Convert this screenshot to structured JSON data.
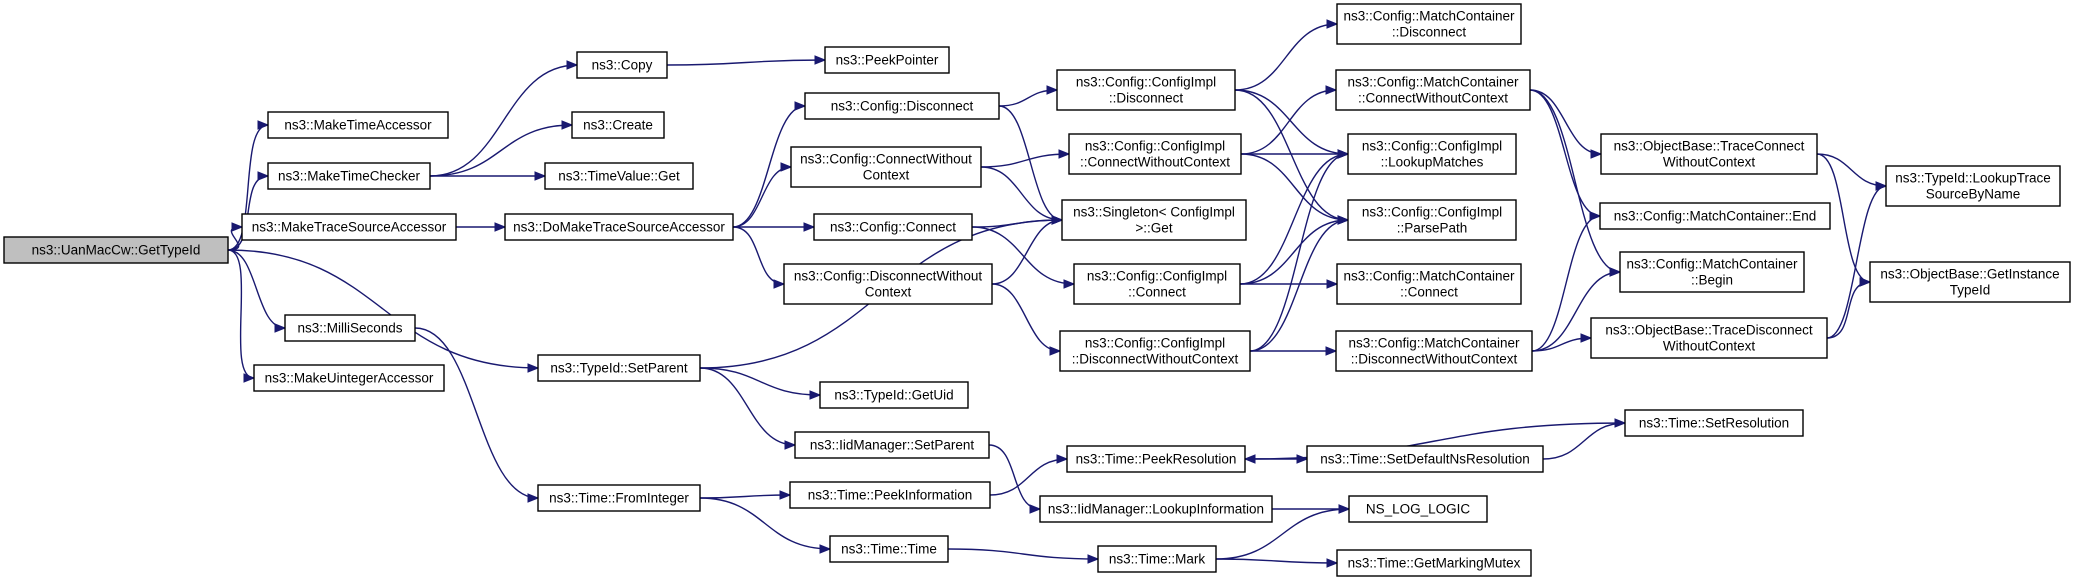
{
  "diagram": {
    "nodes": [
      {
        "id": "getTypeId",
        "lines": [
          "ns3::UanMacCw::GetTypeId"
        ],
        "root": true
      },
      {
        "id": "makeTimeAccessor",
        "lines": [
          "ns3::MakeTimeAccessor"
        ]
      },
      {
        "id": "makeTimeChecker",
        "lines": [
          "ns3::MakeTimeChecker"
        ]
      },
      {
        "id": "makeTraceSourceAccessor",
        "lines": [
          "ns3::MakeTraceSourceAccessor"
        ]
      },
      {
        "id": "milliSeconds",
        "lines": [
          "ns3::MilliSeconds"
        ]
      },
      {
        "id": "makeUintegerAccessor",
        "lines": [
          "ns3::MakeUintegerAccessor"
        ]
      },
      {
        "id": "copy",
        "lines": [
          "ns3::Copy"
        ]
      },
      {
        "id": "create",
        "lines": [
          "ns3::Create"
        ]
      },
      {
        "id": "timeValueGet",
        "lines": [
          "ns3::TimeValue::Get"
        ]
      },
      {
        "id": "doMakeTraceSourceAccessor",
        "lines": [
          "ns3::DoMakeTraceSourceAccessor"
        ]
      },
      {
        "id": "typeIdSetParent",
        "lines": [
          "ns3::TypeId::SetParent"
        ]
      },
      {
        "id": "timeFromInteger",
        "lines": [
          "ns3::Time::FromInteger"
        ]
      },
      {
        "id": "peekPointer",
        "lines": [
          "ns3::PeekPointer"
        ]
      },
      {
        "id": "configDisconnect",
        "lines": [
          "ns3::Config::Disconnect"
        ]
      },
      {
        "id": "configConnectWithoutContext",
        "lines": [
          "ns3::Config::ConnectWithout",
          "Context"
        ]
      },
      {
        "id": "configConnect",
        "lines": [
          "ns3::Config::Connect"
        ]
      },
      {
        "id": "configDisconnectWithoutContext",
        "lines": [
          "ns3::Config::DisconnectWithout",
          "Context"
        ]
      },
      {
        "id": "typeIdGetUid",
        "lines": [
          "ns3::TypeId::GetUid"
        ]
      },
      {
        "id": "iidManagerSetParent",
        "lines": [
          "ns3::IidManager::SetParent"
        ]
      },
      {
        "id": "timePeekInformation",
        "lines": [
          "ns3::Time::PeekInformation"
        ]
      },
      {
        "id": "timeTime",
        "lines": [
          "ns3::Time::Time"
        ]
      },
      {
        "id": "implDisconnect",
        "lines": [
          "ns3::Config::ConfigImpl",
          "::Disconnect"
        ]
      },
      {
        "id": "implConnectWithoutContext",
        "lines": [
          "ns3::Config::ConfigImpl",
          "::ConnectWithoutContext"
        ]
      },
      {
        "id": "singletonGet",
        "lines": [
          "ns3::Singleton< ConfigImpl",
          " >::Get"
        ]
      },
      {
        "id": "implConnect",
        "lines": [
          "ns3::Config::ConfigImpl",
          "::Connect"
        ]
      },
      {
        "id": "implDisconnectWithoutContext",
        "lines": [
          "ns3::Config::ConfigImpl",
          "::DisconnectWithoutContext"
        ]
      },
      {
        "id": "timePeekResolution",
        "lines": [
          "ns3::Time::PeekResolution"
        ]
      },
      {
        "id": "iidManagerLookupInformation",
        "lines": [
          "ns3::IidManager::LookupInformation"
        ]
      },
      {
        "id": "timeMark",
        "lines": [
          "ns3::Time::Mark"
        ]
      },
      {
        "id": "mcDisconnect",
        "lines": [
          "ns3::Config::MatchContainer",
          "::Disconnect"
        ]
      },
      {
        "id": "mcConnectWithoutContext",
        "lines": [
          "ns3::Config::MatchContainer",
          "::ConnectWithoutContext"
        ]
      },
      {
        "id": "implLookupMatches",
        "lines": [
          "ns3::Config::ConfigImpl",
          "::LookupMatches"
        ]
      },
      {
        "id": "implParsePath",
        "lines": [
          "ns3::Config::ConfigImpl",
          "::ParsePath"
        ]
      },
      {
        "id": "mcConnect",
        "lines": [
          "ns3::Config::MatchContainer",
          "::Connect"
        ]
      },
      {
        "id": "mcDisconnectWithoutContext",
        "lines": [
          "ns3::Config::MatchContainer",
          "::DisconnectWithoutContext"
        ]
      },
      {
        "id": "timeSetDefaultNsResolution",
        "lines": [
          "ns3::Time::SetDefaultNsResolution"
        ]
      },
      {
        "id": "nsLogLogic",
        "lines": [
          "NS_LOG_LOGIC"
        ]
      },
      {
        "id": "timeGetMarkingMutex",
        "lines": [
          "ns3::Time::GetMarkingMutex"
        ]
      },
      {
        "id": "obTraceConnectWithoutContext",
        "lines": [
          "ns3::ObjectBase::TraceConnect",
          "WithoutContext"
        ]
      },
      {
        "id": "mcEnd",
        "lines": [
          "ns3::Config::MatchContainer::End"
        ]
      },
      {
        "id": "mcBegin",
        "lines": [
          "ns3::Config::MatchContainer",
          "::Begin"
        ]
      },
      {
        "id": "obTraceDisconnectWithoutContext",
        "lines": [
          "ns3::ObjectBase::TraceDisconnect",
          "WithoutContext"
        ]
      },
      {
        "id": "timeSetResolution",
        "lines": [
          "ns3::Time::SetResolution"
        ]
      },
      {
        "id": "typeIdLookupTraceSourceByName",
        "lines": [
          "ns3::TypeId::LookupTrace",
          "SourceByName"
        ]
      },
      {
        "id": "obGetInstanceTypeId",
        "lines": [
          "ns3::ObjectBase::GetInstance",
          "TypeId"
        ]
      }
    ],
    "edges": [
      [
        "getTypeId",
        "makeTimeAccessor"
      ],
      [
        "getTypeId",
        "makeTimeChecker"
      ],
      [
        "getTypeId",
        "makeTraceSourceAccessor"
      ],
      [
        "getTypeId",
        "milliSeconds"
      ],
      [
        "getTypeId",
        "makeUintegerAccessor"
      ],
      [
        "getTypeId",
        "typeIdSetParent"
      ],
      [
        "makeTimeChecker",
        "copy"
      ],
      [
        "makeTimeChecker",
        "create"
      ],
      [
        "makeTimeChecker",
        "timeValueGet"
      ],
      [
        "copy",
        "peekPointer"
      ],
      [
        "makeTraceSourceAccessor",
        "doMakeTraceSourceAccessor"
      ],
      [
        "doMakeTraceSourceAccessor",
        "configDisconnect"
      ],
      [
        "doMakeTraceSourceAccessor",
        "configConnectWithoutContext"
      ],
      [
        "doMakeTraceSourceAccessor",
        "configConnect"
      ],
      [
        "doMakeTraceSourceAccessor",
        "configDisconnectWithoutContext"
      ],
      [
        "configDisconnect",
        "implDisconnect"
      ],
      [
        "configDisconnect",
        "singletonGet"
      ],
      [
        "configConnectWithoutContext",
        "implConnectWithoutContext"
      ],
      [
        "configConnectWithoutContext",
        "singletonGet"
      ],
      [
        "configConnect",
        "singletonGet"
      ],
      [
        "configConnect",
        "implConnect"
      ],
      [
        "configDisconnectWithoutContext",
        "singletonGet"
      ],
      [
        "configDisconnectWithoutContext",
        "implDisconnectWithoutContext"
      ],
      [
        "implDisconnect",
        "mcDisconnect"
      ],
      [
        "implDisconnect",
        "implLookupMatches"
      ],
      [
        "implDisconnect",
        "implParsePath"
      ],
      [
        "implConnectWithoutContext",
        "mcConnectWithoutContext"
      ],
      [
        "implConnectWithoutContext",
        "implLookupMatches"
      ],
      [
        "implConnectWithoutContext",
        "implParsePath"
      ],
      [
        "implConnect",
        "implLookupMatches"
      ],
      [
        "implConnect",
        "implParsePath"
      ],
      [
        "implConnect",
        "mcConnect"
      ],
      [
        "implDisconnectWithoutContext",
        "implLookupMatches"
      ],
      [
        "implDisconnectWithoutContext",
        "implParsePath"
      ],
      [
        "implDisconnectWithoutContext",
        "mcDisconnectWithoutContext"
      ],
      [
        "mcConnectWithoutContext",
        "obTraceConnectWithoutContext"
      ],
      [
        "mcConnectWithoutContext",
        "mcEnd"
      ],
      [
        "mcConnectWithoutContext",
        "mcBegin"
      ],
      [
        "mcDisconnectWithoutContext",
        "mcEnd"
      ],
      [
        "mcDisconnectWithoutContext",
        "mcBegin"
      ],
      [
        "mcDisconnectWithoutContext",
        "obTraceDisconnectWithoutContext"
      ],
      [
        "obTraceConnectWithoutContext",
        "typeIdLookupTraceSourceByName"
      ],
      [
        "obTraceConnectWithoutContext",
        "obGetInstanceTypeId"
      ],
      [
        "obTraceDisconnectWithoutContext",
        "typeIdLookupTraceSourceByName"
      ],
      [
        "obTraceDisconnectWithoutContext",
        "obGetInstanceTypeId"
      ],
      [
        "typeIdSetParent",
        "singletonGet"
      ],
      [
        "typeIdSetParent",
        "typeIdGetUid"
      ],
      [
        "typeIdSetParent",
        "iidManagerSetParent"
      ],
      [
        "iidManagerSetParent",
        "iidManagerLookupInformation"
      ],
      [
        "iidManagerLookupInformation",
        "nsLogLogic"
      ],
      [
        "milliSeconds",
        "timeFromInteger"
      ],
      [
        "timeFromInteger",
        "timePeekInformation"
      ],
      [
        "timeFromInteger",
        "timeTime"
      ],
      [
        "timePeekInformation",
        "timePeekResolution"
      ],
      [
        "timePeekResolution",
        "timeSetDefaultNsResolution"
      ],
      [
        "timeSetDefaultNsResolution",
        "timeSetResolution"
      ],
      [
        "timeSetResolution",
        "timePeekResolution"
      ],
      [
        "timeTime",
        "timeMark"
      ],
      [
        "timeMark",
        "nsLogLogic"
      ],
      [
        "timeMark",
        "timeGetMarkingMutex"
      ]
    ]
  }
}
